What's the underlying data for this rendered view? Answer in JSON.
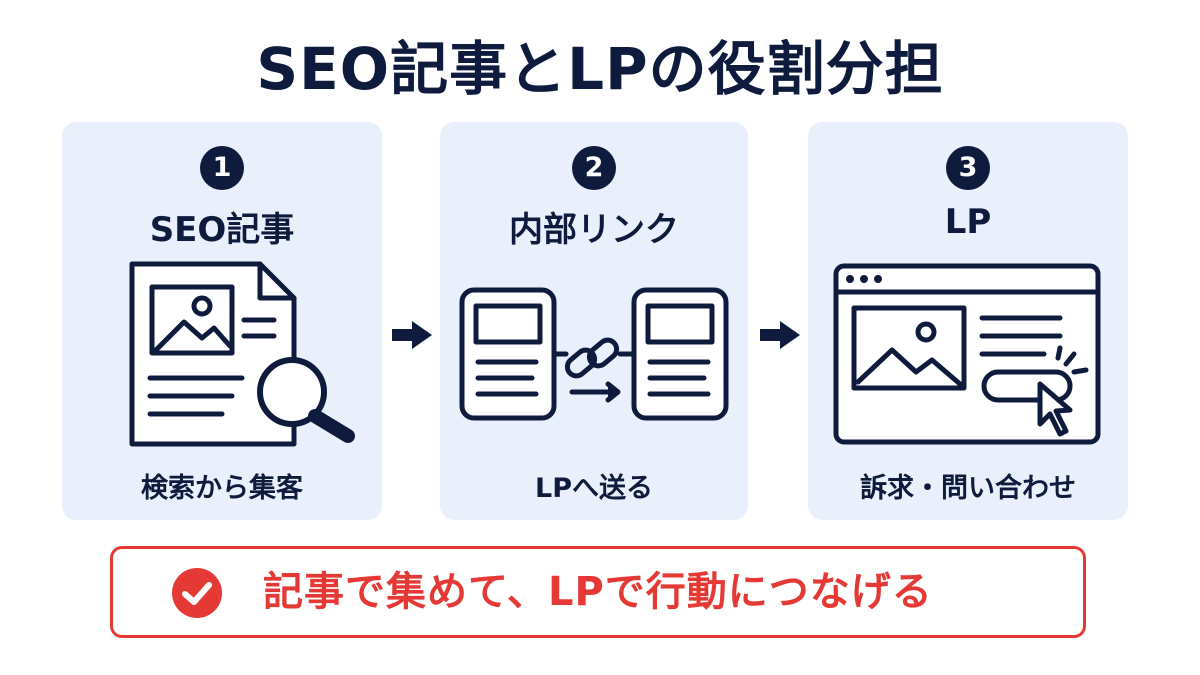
{
  "title": "SEO記事とLPの役割分担",
  "steps": [
    {
      "number": "1",
      "title": "SEO記事",
      "caption": "検索から集客",
      "icon": "document-search-icon"
    },
    {
      "number": "2",
      "title": "内部リンク",
      "caption": "LPへ送る",
      "icon": "linked-pages-icon"
    },
    {
      "number": "3",
      "title": "LP",
      "caption": "訴求・問い合わせ",
      "icon": "landing-page-browser-icon"
    }
  ],
  "summary": {
    "text": "記事で集めて、LPで行動につなげる",
    "icon": "check-circle-icon"
  },
  "colors": {
    "navy": "#0f1b3d",
    "card_bg": "#e9f0fb",
    "accent_red": "#e53935"
  }
}
